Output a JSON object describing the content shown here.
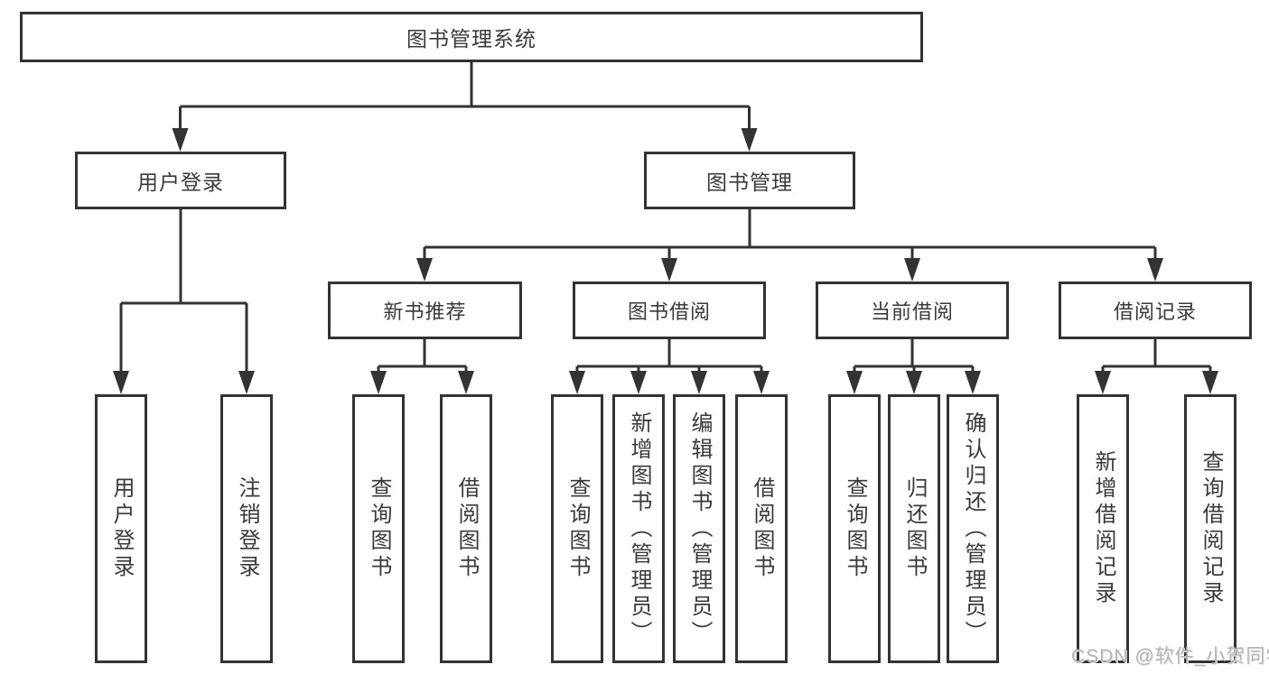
{
  "colors": {
    "line": "#333333",
    "box_border": "#333333",
    "text": "#3a3a3a",
    "watermark": "#b5b5b5",
    "background": "#ffffff"
  },
  "diagram": {
    "root": {
      "label": "图书管理系统"
    },
    "level1": [
      {
        "label": "用户登录"
      },
      {
        "label": "图书管理"
      }
    ],
    "level2": [
      {
        "label": "新书推荐",
        "parent": "图书管理"
      },
      {
        "label": "图书借阅",
        "parent": "图书管理"
      },
      {
        "label": "当前借阅",
        "parent": "图书管理"
      },
      {
        "label": "借阅记录",
        "parent": "图书管理"
      }
    ],
    "leaves": [
      {
        "parent": "用户登录",
        "label": "用户登录"
      },
      {
        "parent": "用户登录",
        "label": "注销登录"
      },
      {
        "parent": "新书推荐",
        "label": "查询图书"
      },
      {
        "parent": "新书推荐",
        "label": "借阅图书"
      },
      {
        "parent": "图书借阅",
        "label": "查询图书"
      },
      {
        "parent": "图书借阅",
        "label": "新增图书（管理员）"
      },
      {
        "parent": "图书借阅",
        "label": "编辑图书（管理员）"
      },
      {
        "parent": "图书借阅",
        "label": "借阅图书"
      },
      {
        "parent": "当前借阅",
        "label": "查询图书"
      },
      {
        "parent": "当前借阅",
        "label": "归还图书"
      },
      {
        "parent": "当前借阅",
        "label": "确认归还（管理员）"
      },
      {
        "parent": "借阅记录",
        "label": "新增借阅记录"
      },
      {
        "parent": "借阅记录",
        "label": "查询借阅记录"
      }
    ]
  },
  "watermark": {
    "text": "CSDN @软件_小贺同学"
  }
}
